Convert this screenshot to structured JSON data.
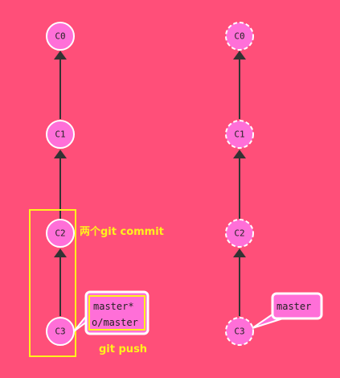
{
  "colors": {
    "background": "#ff4f79",
    "node_fill": "#ff6fd8",
    "node_stroke": "#ffffff",
    "edge": "#333333",
    "annotation": "#fff21c",
    "label_fill": "#ff6fd8",
    "label_stroke": "#ffffff"
  },
  "local_repo": {
    "commits": [
      "C0",
      "C1",
      "C2",
      "C3"
    ],
    "branch_labels": [
      "master*",
      "o/master"
    ]
  },
  "remote_repo": {
    "commits": [
      "C0",
      "C1",
      "C2",
      "C3"
    ],
    "branch_labels": [
      "master"
    ]
  },
  "annotations": {
    "commit_note": "两个git commit",
    "push_note": "git push"
  }
}
